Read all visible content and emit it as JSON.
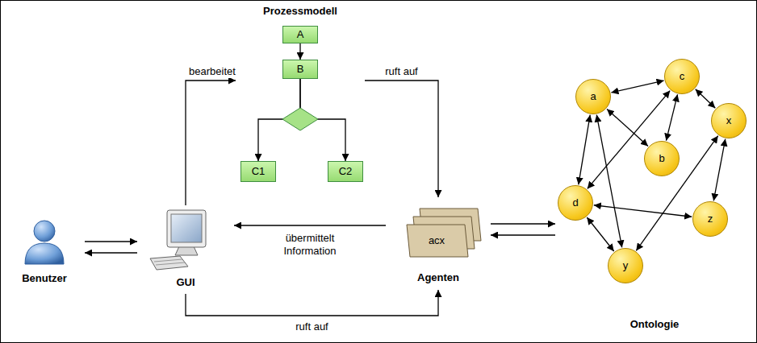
{
  "diagram": {
    "nodes": [
      {
        "text": [
          "Benutzer"
        ]
      },
      {
        "text": [
          "GUI"
        ]
      },
      {
        "text": [
          "Prozessmodell"
        ]
      },
      {
        "text": [
          "A"
        ],
        "in": 2
      },
      {
        "text": [
          "B"
        ],
        "in": 2
      },
      {
        "text": [
          "C1"
        ],
        "in": 2
      },
      {
        "text": [
          "C2"
        ],
        "in": 2
      },
      {
        "text": [
          "acx",
          "Agenten"
        ]
      },
      {
        "text": [
          "Ontologie"
        ]
      },
      {
        "text": [
          "a"
        ],
        "in": 8
      },
      {
        "text": [
          "c"
        ],
        "in": 8
      },
      {
        "text": [
          "x"
        ],
        "in": 8
      },
      {
        "text": [
          "b"
        ],
        "in": 8
      },
      {
        "text": [
          "d"
        ],
        "in": 8
      },
      {
        "text": [
          "z"
        ],
        "in": 8
      },
      {
        "text": [
          "y"
        ],
        "in": 8
      }
    ],
    "edges": [
      {
        "from": 0,
        "to": 1,
        "arrow": "to"
      },
      {
        "from": 1,
        "to": 0,
        "arrow": "to"
      },
      {
        "from": 1,
        "to": 2,
        "label": "bearbeitet",
        "arrow": "to"
      },
      {
        "from": 2,
        "to": 7,
        "label": "ruft auf",
        "arrow": "to"
      },
      {
        "from": 7,
        "to": 1,
        "label": "übermittelt Information",
        "arrow": "to"
      },
      {
        "from": 1,
        "to": 7,
        "label": "ruft auf",
        "arrow": "to"
      },
      {
        "from": 7,
        "to": 8,
        "arrow": "to"
      },
      {
        "from": 8,
        "to": 7,
        "arrow": "to"
      },
      {
        "from": 3,
        "to": 4,
        "arrow": "to"
      },
      {
        "from": 4,
        "to": 5,
        "arrow": "to"
      },
      {
        "from": 4,
        "to": 6,
        "arrow": "to"
      },
      {
        "from": 9,
        "to": 10,
        "arrow": "both"
      },
      {
        "from": 9,
        "to": 12,
        "arrow": "both"
      },
      {
        "from": 9,
        "to": 13,
        "arrow": "both"
      },
      {
        "from": 9,
        "to": 15,
        "arrow": "both"
      },
      {
        "from": 10,
        "to": 13,
        "arrow": "both"
      },
      {
        "from": 10,
        "to": 12,
        "arrow": "both"
      },
      {
        "from": 10,
        "to": 11,
        "arrow": "both"
      },
      {
        "from": 11,
        "to": 14,
        "arrow": "both"
      },
      {
        "from": 15,
        "to": 11,
        "arrow": "both"
      },
      {
        "from": 13,
        "to": 14,
        "arrow": "both"
      },
      {
        "from": 13,
        "to": 15,
        "arrow": "both"
      }
    ]
  }
}
